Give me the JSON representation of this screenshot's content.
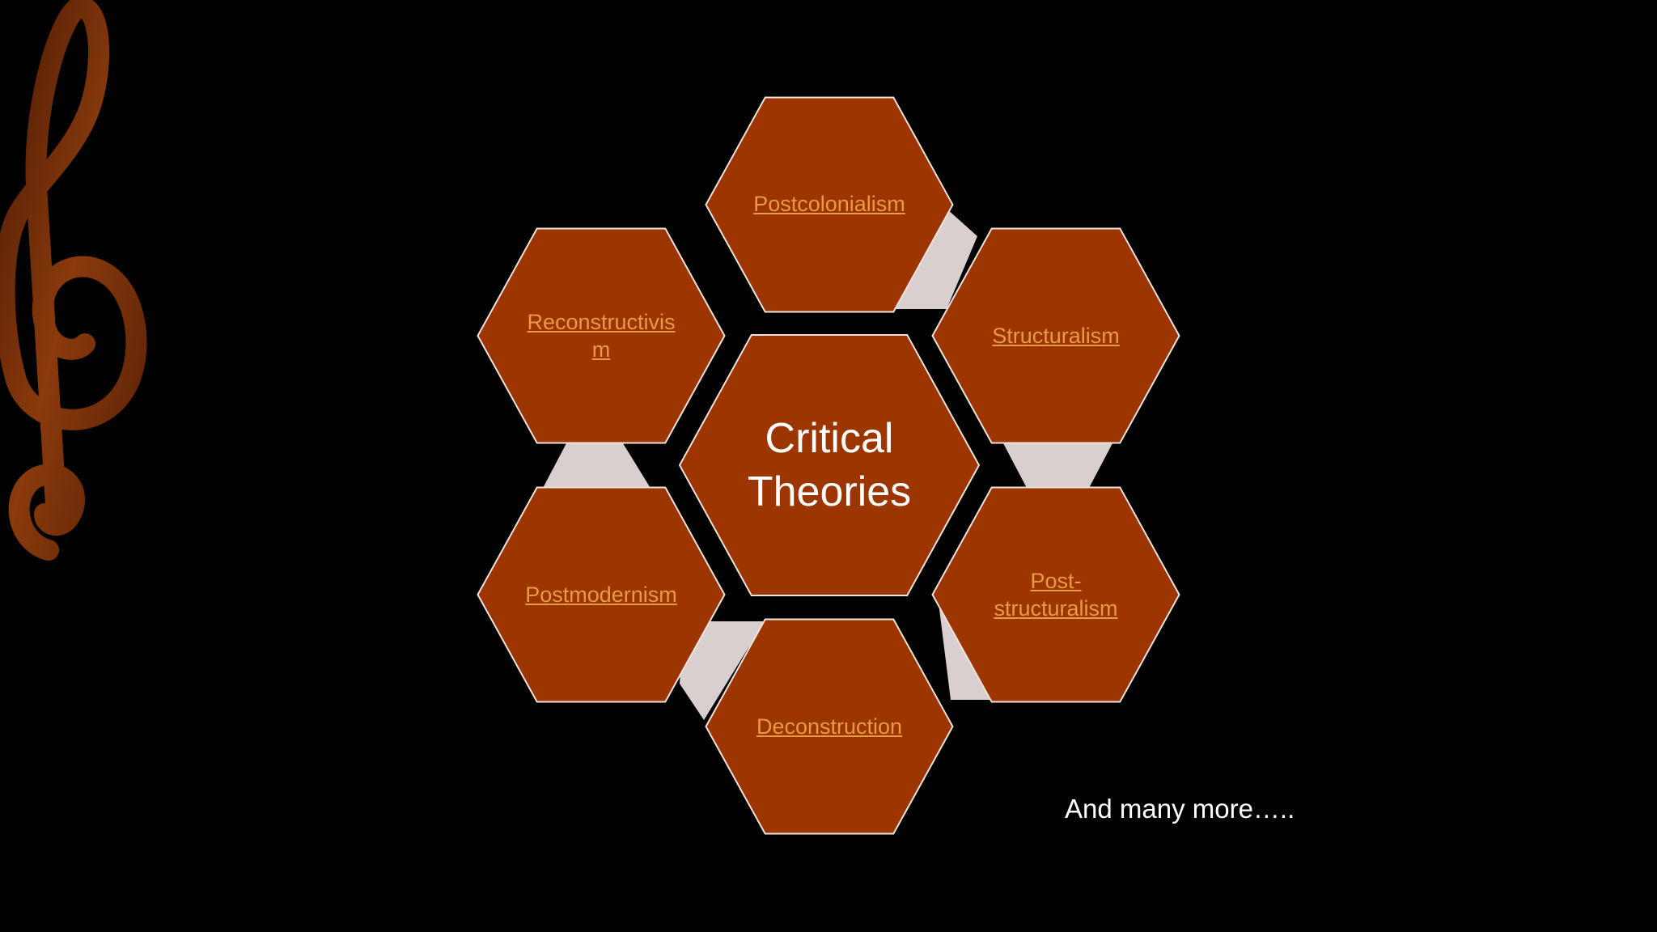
{
  "colors": {
    "background": "#000000",
    "hexagon_fill": "#9c3500",
    "hexagon_stroke": "#f1e2dc",
    "connector": "#d9cfcf",
    "link_text": "#e89a45",
    "clef": "#7a2e08"
  },
  "center": {
    "line1": "Critical",
    "line2": "Theories"
  },
  "nodes": [
    {
      "id": "postcolonialism",
      "line1": "Postcolonialism",
      "line2": ""
    },
    {
      "id": "structuralism",
      "line1": "Structuralism",
      "line2": ""
    },
    {
      "id": "post-structuralism",
      "line1": "Post-",
      "line2": "structuralism"
    },
    {
      "id": "deconstruction",
      "line1": "Deconstruction",
      "line2": ""
    },
    {
      "id": "postmodernism",
      "line1": "Postmodernism",
      "line2": ""
    },
    {
      "id": "reconstructivism",
      "line1": "Reconstructivis",
      "line2": "m"
    }
  ],
  "footnote": "And many more…..",
  "decoration": {
    "icon": "treble-clef-icon"
  }
}
